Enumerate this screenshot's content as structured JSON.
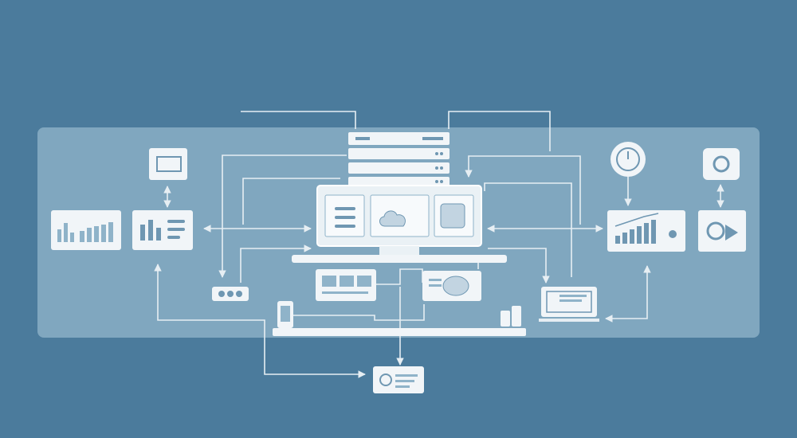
{
  "palette": {
    "background": "#4b7b9c",
    "panel": "#8fb3c9",
    "card": "#f1f5f8",
    "line": "#e6eef3",
    "icon": "#6f97b2"
  },
  "nodes": [
    {
      "id": "server-rack",
      "icon": "server-rack-icon"
    },
    {
      "id": "central-monitor",
      "icon": "monitor-dashboard-icon"
    },
    {
      "id": "left-dashboard-chart",
      "icon": "bar-chart-icon"
    },
    {
      "id": "left-bar-chart-card",
      "icon": "bar-list-icon"
    },
    {
      "id": "top-left-window",
      "icon": "window-icon"
    },
    {
      "id": "dots-control",
      "icon": "dots-icon"
    },
    {
      "id": "timer-node",
      "icon": "clock-icon"
    },
    {
      "id": "refresh-node",
      "icon": "refresh-icon"
    },
    {
      "id": "right-analytics-card",
      "icon": "growth-chart-icon"
    },
    {
      "id": "right-media-card",
      "icon": "media-play-icon"
    },
    {
      "id": "center-left-panel",
      "icon": "gallery-icon"
    },
    {
      "id": "center-right-panel",
      "icon": "chart-window-icon"
    },
    {
      "id": "right-terminal",
      "icon": "terminal-icon"
    },
    {
      "id": "phone-node",
      "icon": "phone-icon"
    },
    {
      "id": "tower-node",
      "icon": "tower-icon"
    },
    {
      "id": "bottom-status-card",
      "icon": "status-icon"
    }
  ]
}
